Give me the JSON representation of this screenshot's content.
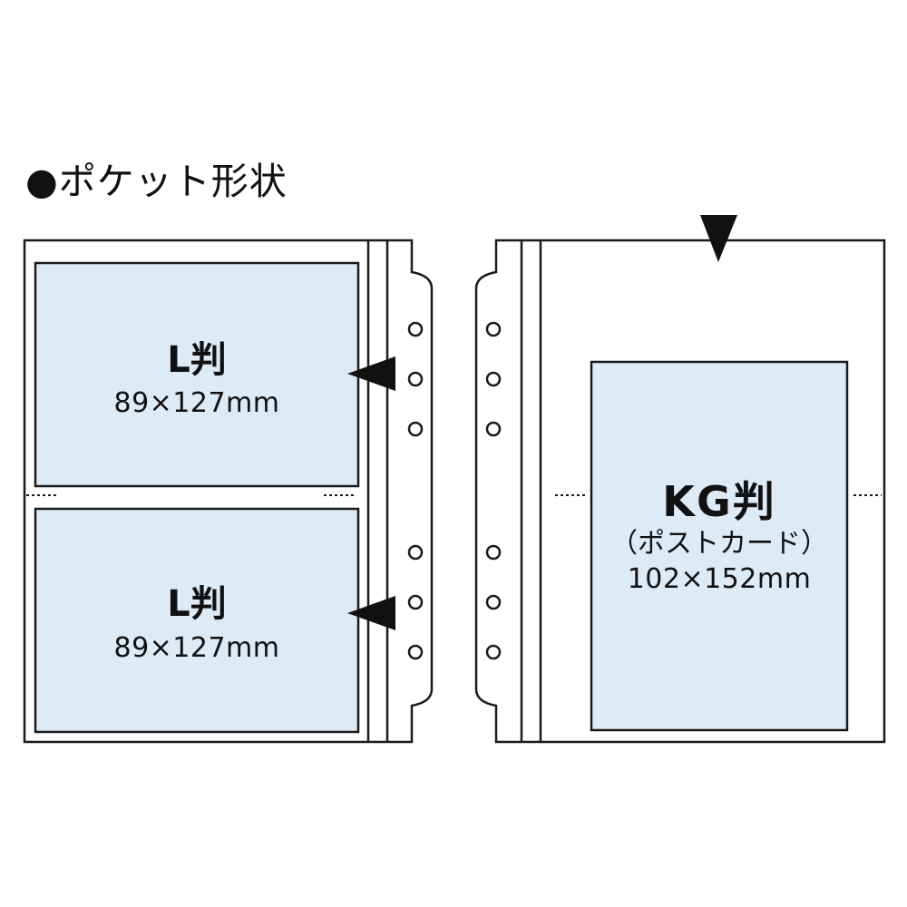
{
  "heading": "●ポケット形状",
  "left_sheet": {
    "pockets": [
      {
        "size": "L判",
        "dimensions": "89×127mm"
      },
      {
        "size": "L判",
        "dimensions": "89×127mm"
      }
    ]
  },
  "right_sheet": {
    "pocket": {
      "size": "KG判",
      "note": "（ポストカード）",
      "dimensions": "102×152mm"
    }
  },
  "colors": {
    "pocket_fill": "#ddebf7",
    "outline": "#1a1a1a",
    "background": "#ffffff"
  }
}
